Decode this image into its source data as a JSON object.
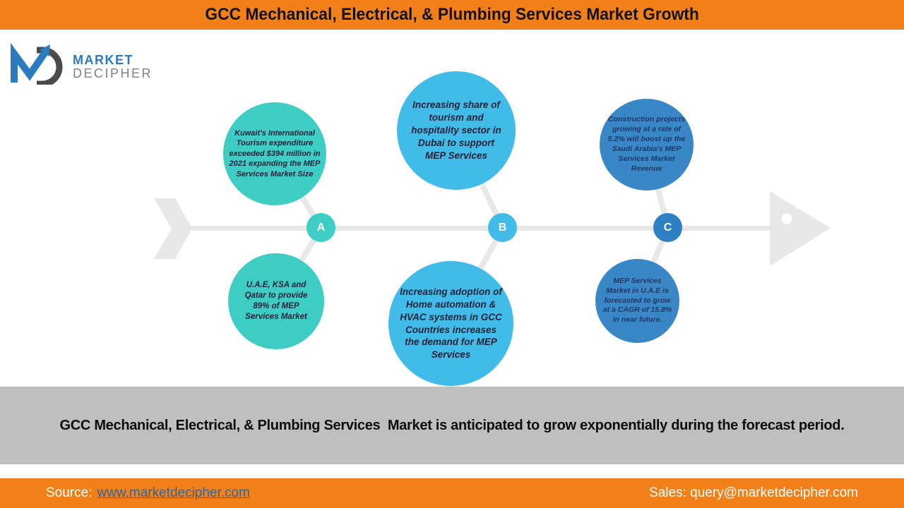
{
  "title": "GCC Mechanical, Electrical, & Plumbing Services Market Growth",
  "logo": {
    "line1": "MARKET",
    "line2": "DECIPHER"
  },
  "diagram": {
    "nodes": [
      {
        "label": "A"
      },
      {
        "label": "B"
      },
      {
        "label": "C"
      }
    ],
    "bubbles": {
      "a_top": "Kuwait's International Tourism expenditure exceeded $394 million in 2021 expanding the MEP Services Market Size",
      "a_bottom": "U.A.E, KSA and Qatar to provide 89% of MEP Services Market",
      "b_top": "Increasing share of tourism and hospitality sector in Dubai to support MEP Services",
      "b_bottom": "Increasing adoption of Home automation & HVAC systems in GCC Countries increases the demand for MEP Services",
      "c_top": "Construction projects growing at a rate of 5.2% will boost up the Saudi Arabia's MEP Services Market Revenue",
      "c_bottom": "MEP Services Market in U.A.E is forecasted to grow at a CAGR of 15.8% in near future."
    }
  },
  "summary_banner": "GCC Mechanical, Electrical, & Plumbing Services  Market is anticipated to grow exponentially during the forecast period.",
  "footer": {
    "source_label": "Source:",
    "source_link": "www.marketdecipher.com",
    "sales_text": "Sales: query@marketdecipher.com"
  },
  "colors": {
    "banner_orange": "#F28019",
    "summary_gray": "#BFBFBF",
    "teal": "#3DCDC5",
    "sky_blue": "#41BCE8",
    "blue": "#3A87C7",
    "node_c_blue": "#2E80C4",
    "gray_shape": "#E8E8E8",
    "bubble_text_dark": "#20223A",
    "bubble_text_navy": "#1F3864",
    "link_blue": "#31659B",
    "logo_blue": "#2B7BBE",
    "logo_gray": "#808285",
    "logo_dark": "#4A4B4D"
  }
}
